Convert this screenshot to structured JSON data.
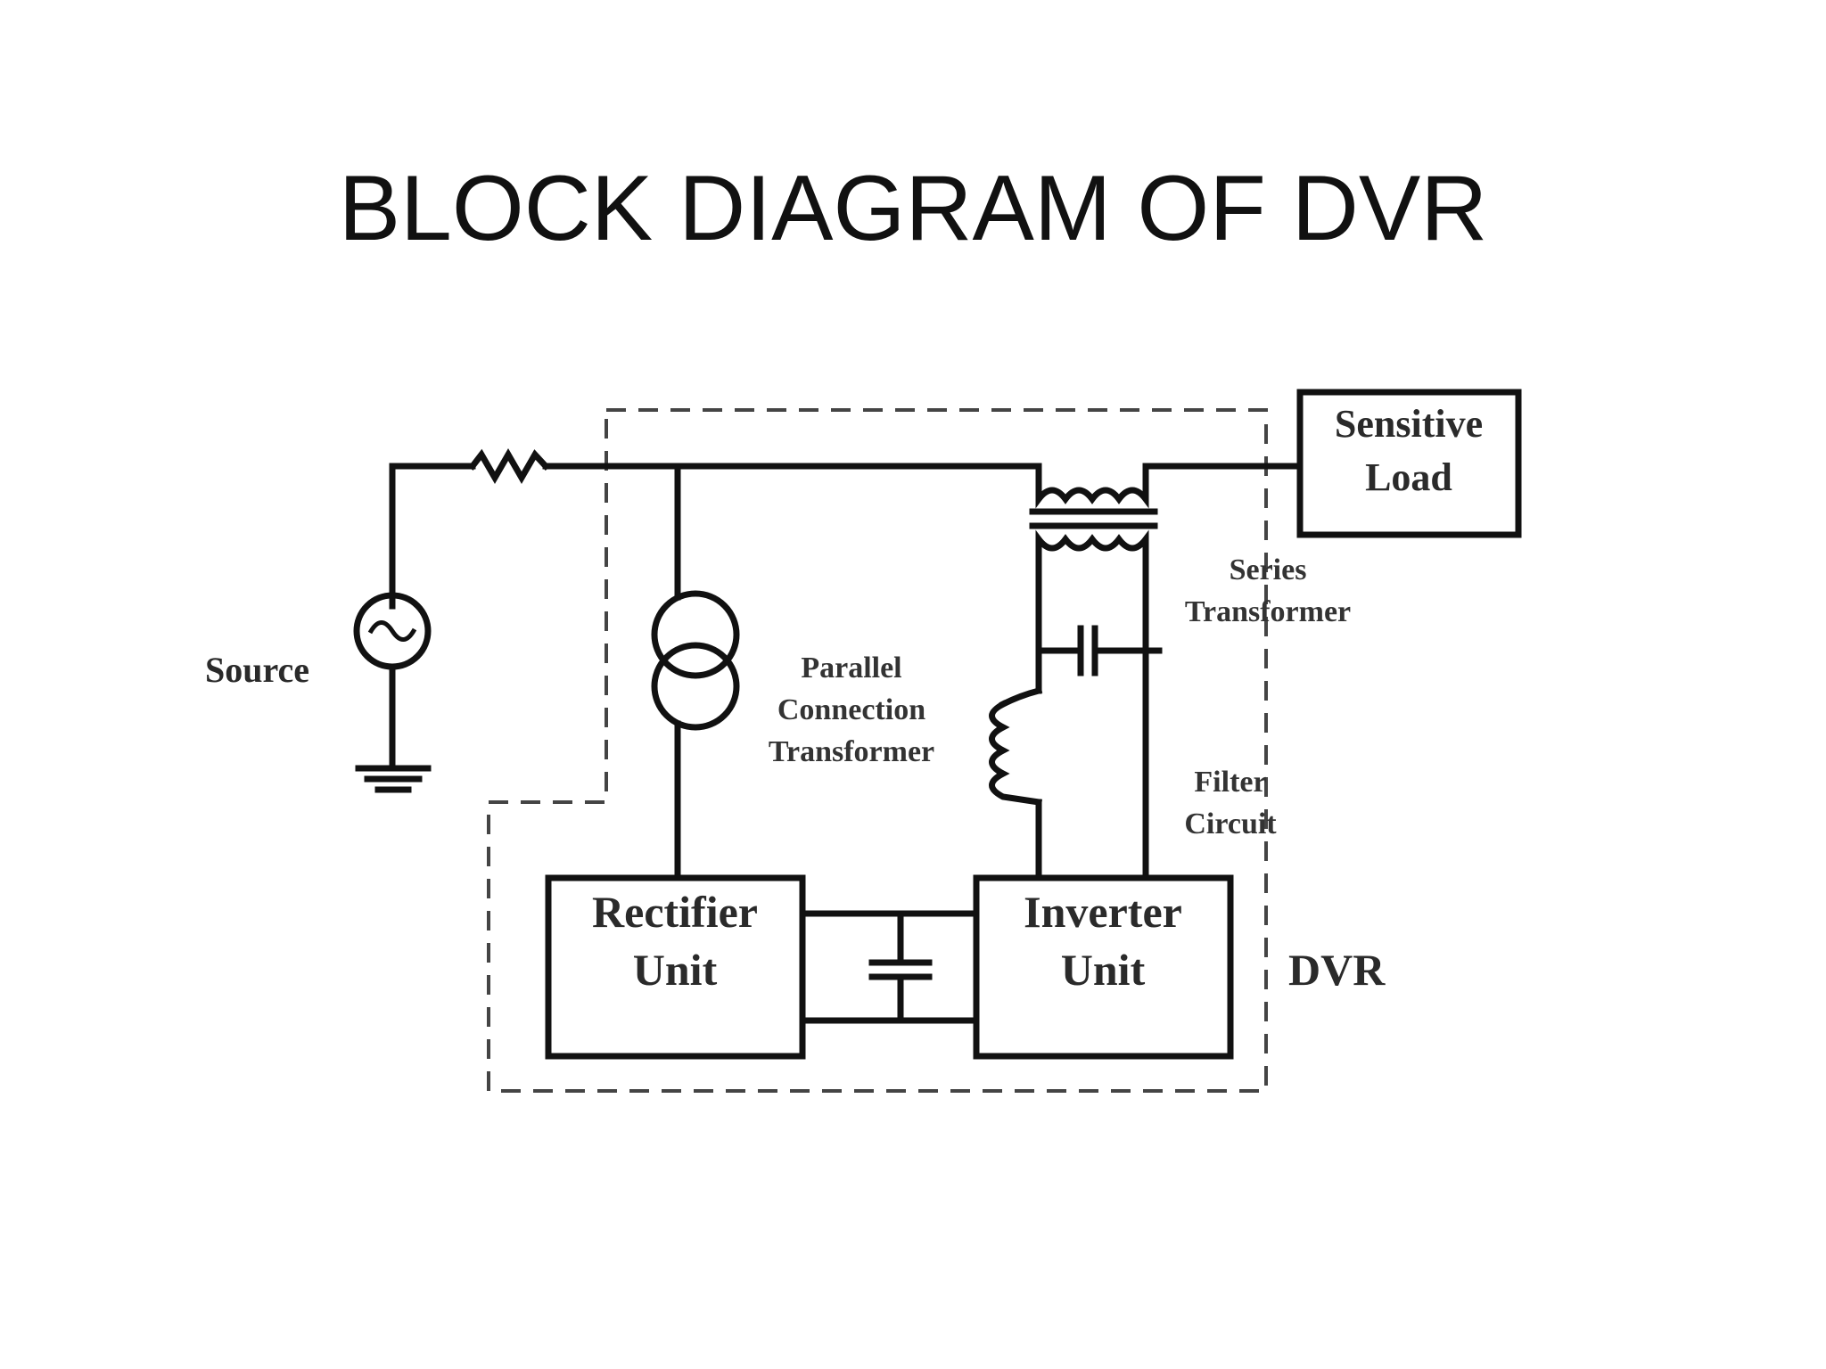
{
  "title": "BLOCK DIAGRAM OF DVR",
  "labels": {
    "source": "Source",
    "sensitive_load_line1": "Sensitive",
    "sensitive_load_line2": "Load",
    "series_transformer_line1": "Series",
    "series_transformer_line2": "Transformer",
    "parallel_line1": "Parallel",
    "parallel_line2": "Connection",
    "parallel_line3": "Transformer",
    "filter_line1": "Filter",
    "filter_line2": "Circuit",
    "rectifier_line1": "Rectifier",
    "rectifier_line2": "Unit",
    "inverter_line1": "Inverter",
    "inverter_line2": "Unit",
    "dvr": "DVR"
  },
  "icons": {
    "ac_source": "ac-source-icon",
    "ground": "ground-icon",
    "resistor": "resistor-icon",
    "transformer": "transformer-icon",
    "capacitor": "capacitor-icon",
    "inductor": "inductor-icon"
  }
}
